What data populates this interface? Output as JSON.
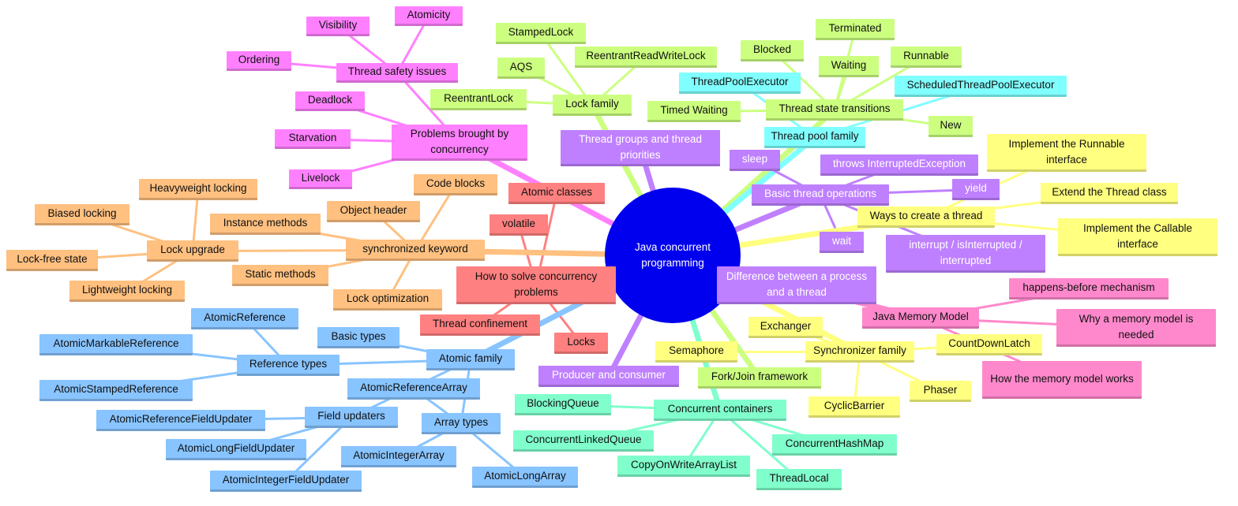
{
  "root": "Java concurrent programming",
  "colors": {
    "magenta": "#ff80ff",
    "green": "#ccff80",
    "cyan": "#80ffff",
    "purple": "#bf80ff",
    "yellow": "#ffff80",
    "pink": "#ff88cc",
    "salmon": "#ff8080",
    "orange": "#ffc080",
    "blue": "#88c4ff",
    "mint": "#80ffcc",
    "root": "#0000ee"
  },
  "branches": {
    "problems": {
      "label": "Problems brought by concurrency",
      "thread_safety": {
        "label": "Thread safety issues",
        "items": [
          "Visibility",
          "Atomicity",
          "Ordering"
        ]
      },
      "items": [
        "Deadlock",
        "Starvation",
        "Livelock"
      ]
    },
    "lock_family": {
      "label": "Lock family",
      "items": [
        "StampedLock",
        "AQS",
        "ReentrantReadWriteLock",
        "ReentrantLock"
      ]
    },
    "thread_states": {
      "label": "Thread state transitions",
      "items": [
        "Terminated",
        "Blocked",
        "Waiting",
        "Runnable",
        "Timed Waiting",
        "New"
      ]
    },
    "thread_pool": {
      "label": "Thread pool family",
      "items": [
        "ThreadPoolExecutor",
        "ScheduledThreadPoolExecutor"
      ]
    },
    "thread_groups": {
      "label": "Thread groups and thread priorities"
    },
    "basic_ops": {
      "label": "Basic thread operations",
      "items": [
        "sleep",
        "throws InterruptedException",
        "yield",
        "wait",
        "interrupt / isInterrupted / interrupted"
      ]
    },
    "create_thread": {
      "label": "Ways to create a thread",
      "items": [
        "Implement the Runnable interface",
        "Extend the Thread class",
        "Implement the Callable interface"
      ]
    },
    "process_vs_thread": {
      "label": "Difference between a process and a thread"
    },
    "jmm": {
      "label": "Java Memory Model",
      "items": [
        "happens-before mechanism",
        "Why a memory model is needed",
        "How the memory model works"
      ]
    },
    "synchronizers": {
      "label": "Synchronizer family",
      "items": [
        "Exchanger",
        "Semaphore",
        "CountDownLatch",
        "Phaser",
        "CyclicBarrier"
      ]
    },
    "fork_join": {
      "label": "Fork/Join framework"
    },
    "containers": {
      "label": "Concurrent containers",
      "items": [
        "BlockingQueue",
        "ConcurrentLinkedQueue",
        "ConcurrentHashMap",
        "CopyOnWriteArrayList",
        "ThreadLocal"
      ]
    },
    "producer_consumer": {
      "label": "Producer and consumer"
    },
    "solve": {
      "label": "How to solve concurrency problems",
      "items": [
        "Atomic classes",
        "volatile",
        "Thread confinement",
        "Locks"
      ]
    },
    "synchronized": {
      "label": "synchronized keyword",
      "items": [
        "Code blocks",
        "Object header",
        "Instance methods",
        "Static methods",
        "Lock optimization"
      ],
      "lock_upgrade": {
        "label": "Lock upgrade",
        "items": [
          "Heavyweight locking",
          "Biased locking",
          "Lock-free state",
          "Lightweight locking"
        ]
      }
    },
    "atomic": {
      "label": "Atomic family",
      "basic_types": "Basic types",
      "reference_types": {
        "label": "Reference types",
        "items": [
          "AtomicReference",
          "AtomicMarkableReference",
          "AtomicStampedReference"
        ]
      },
      "field_updaters": {
        "label": "Field updaters",
        "items": [
          "AtomicReferenceFieldUpdater",
          "AtomicLongFieldUpdater",
          "AtomicIntegerFieldUpdater"
        ]
      },
      "array_types": {
        "label": "Array types",
        "items": [
          "AtomicReferenceArray",
          "AtomicIntegerArray",
          "AtomicLongArray"
        ]
      }
    }
  }
}
